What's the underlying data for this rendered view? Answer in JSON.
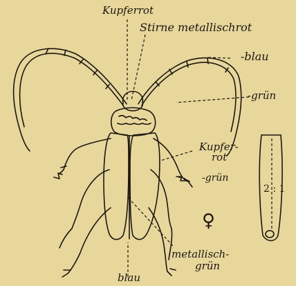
{
  "labels": {
    "kupferrot_top": "Kupferrot",
    "stirne": "Stirne metallischrot",
    "blau_right": "-blau",
    "gruen_right": "-grün",
    "kupfer_rot_mid_1": "Kupfer-",
    "kupfer_rot_mid_2": "rot",
    "gruen_leg": "-grün",
    "female_symbol": "♀",
    "metallisch_gruen_1": "metallisch-",
    "metallisch_gruen_2": "grün",
    "blau_bottom": "blau",
    "ratio": "2 : 1"
  },
  "colors": {
    "background": "#e8d79a",
    "ink": "#1a1712"
  }
}
